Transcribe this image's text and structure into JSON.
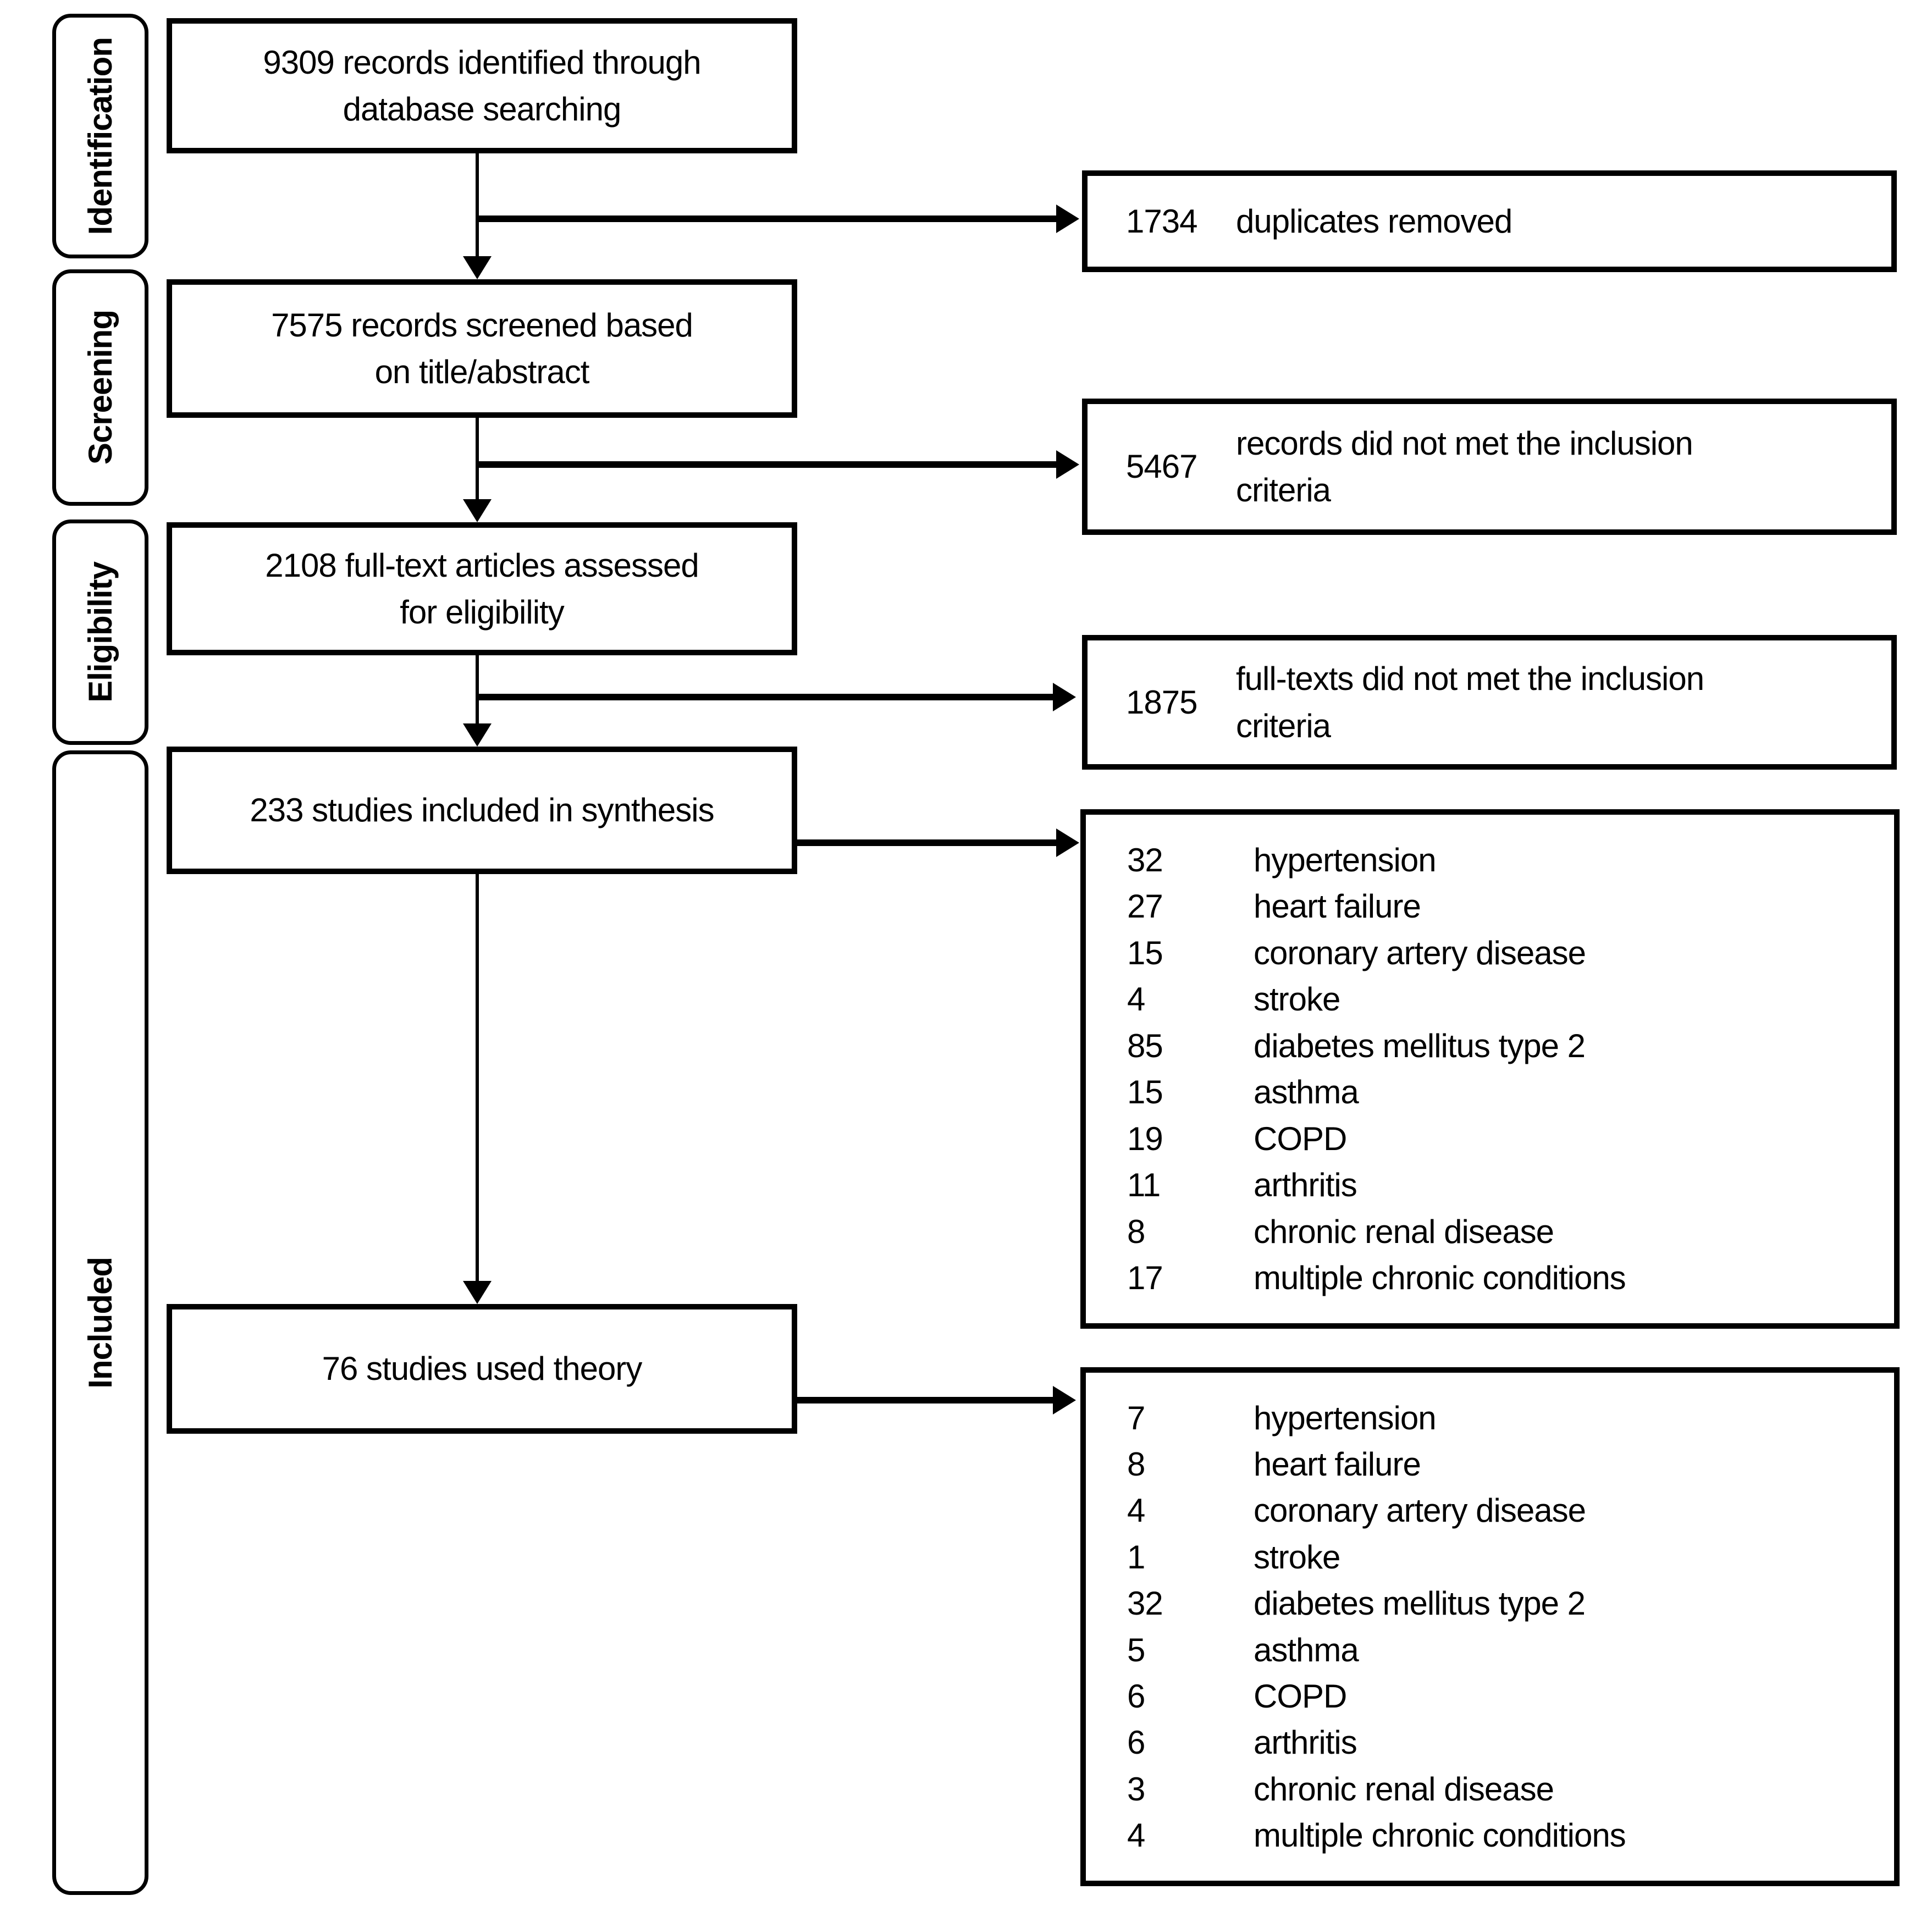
{
  "diagram": {
    "colors": {
      "line": "#000000",
      "background": "#ffffff"
    },
    "stages": [
      {
        "label": "Identification"
      },
      {
        "label": "Screening"
      },
      {
        "label": "Eligibility"
      },
      {
        "label": "Included"
      }
    ],
    "flow": {
      "identified": {
        "lines": [
          "9309 records identified through",
          "database searching"
        ]
      },
      "screened": {
        "lines": [
          "7575 records screened based",
          "on title/abstract"
        ]
      },
      "fulltext": {
        "lines": [
          "2108 full-text articles assessed",
          "for eligibility"
        ]
      },
      "synthesis": {
        "text": "233 studies included in synthesis"
      },
      "theory": {
        "text": "76 studies used theory"
      }
    },
    "exclusions": [
      {
        "count": "1734",
        "reason": "duplicates removed"
      },
      {
        "count": "5467",
        "reason": "records did not met the inclusion criteria"
      },
      {
        "count": "1875",
        "reason": "full-texts did not met the inclusion criteria"
      }
    ],
    "breakdowns": [
      {
        "id": "synthesis-breakdown",
        "items": [
          {
            "count": "32",
            "label": "hypertension"
          },
          {
            "count": "27",
            "label": "heart failure"
          },
          {
            "count": "15",
            "label": "coronary artery disease"
          },
          {
            "count": "4",
            "label": "stroke"
          },
          {
            "count": "85",
            "label": "diabetes mellitus type 2"
          },
          {
            "count": "15",
            "label": "asthma"
          },
          {
            "count": "19",
            "label": "COPD"
          },
          {
            "count": "11",
            "label": "arthritis"
          },
          {
            "count": "8",
            "label": "chronic renal disease"
          },
          {
            "count": "17",
            "label": "multiple chronic conditions"
          }
        ]
      },
      {
        "id": "theory-breakdown",
        "items": [
          {
            "count": "7",
            "label": "hypertension"
          },
          {
            "count": "8",
            "label": "heart failure"
          },
          {
            "count": "4",
            "label": "coronary artery disease"
          },
          {
            "count": "1",
            "label": "stroke"
          },
          {
            "count": "32",
            "label": "diabetes mellitus type 2"
          },
          {
            "count": "5",
            "label": "asthma"
          },
          {
            "count": "6",
            "label": "COPD"
          },
          {
            "count": "6",
            "label": "arthritis"
          },
          {
            "count": "3",
            "label": "chronic renal disease"
          },
          {
            "count": "4",
            "label": "multiple chronic conditions"
          }
        ]
      }
    ]
  }
}
